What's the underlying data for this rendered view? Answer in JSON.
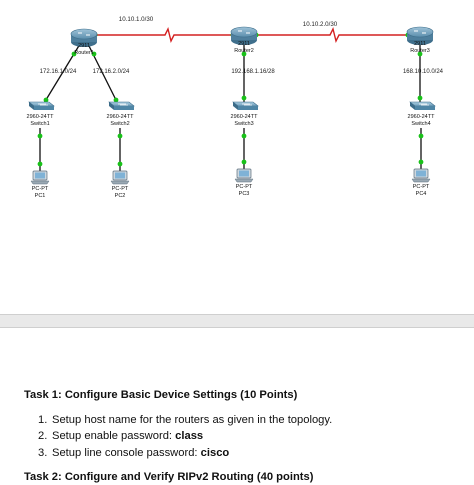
{
  "topology": {
    "wan_links": [
      {
        "label": "10.10.1.0/30"
      },
      {
        "label": "10.10.2.0/30"
      }
    ],
    "routers": [
      {
        "model": "2911",
        "name": "Router1"
      },
      {
        "model": "2911",
        "name": "Router2"
      },
      {
        "model": "2911",
        "name": "Router3"
      }
    ],
    "lan_subnets": [
      {
        "label": "172.16.1.0/24"
      },
      {
        "label": "172.16.2.0/24"
      },
      {
        "label": "192.168.1.16/28"
      },
      {
        "label": "168.10.10.0/24"
      }
    ],
    "switches": [
      {
        "model": "2960-24TT",
        "name": "Switch1"
      },
      {
        "model": "2960-24TT",
        "name": "Switch2"
      },
      {
        "model": "2960-24TT",
        "name": "Switch3"
      },
      {
        "model": "2960-24TT",
        "name": "Switch4"
      }
    ],
    "pcs": [
      {
        "model": "PC-PT",
        "name": "PC1"
      },
      {
        "model": "PC-PT",
        "name": "PC2"
      },
      {
        "model": "PC-PT",
        "name": "PC3"
      },
      {
        "model": "PC-PT",
        "name": "PC4"
      }
    ],
    "colors": {
      "serial_link": "#d42020",
      "ethernet_link": "#111111",
      "link_up_dot": "#19c119",
      "router_body": "#5c8fae",
      "switch_body": "#4f86a6"
    }
  },
  "task1": {
    "title": "Task 1: Configure Basic Device Settings (10 Points)",
    "steps": [
      {
        "num": "1.",
        "text": "Setup host name for the routers as given in the topology.",
        "bold": ""
      },
      {
        "num": "2.",
        "text": "Setup enable password: ",
        "bold": "class"
      },
      {
        "num": "3.",
        "text": "Setup line console password: ",
        "bold": "cisco"
      }
    ]
  },
  "task2": {
    "title": "Task 2: Configure and Verify RIPv2 Routing (40 points)"
  }
}
